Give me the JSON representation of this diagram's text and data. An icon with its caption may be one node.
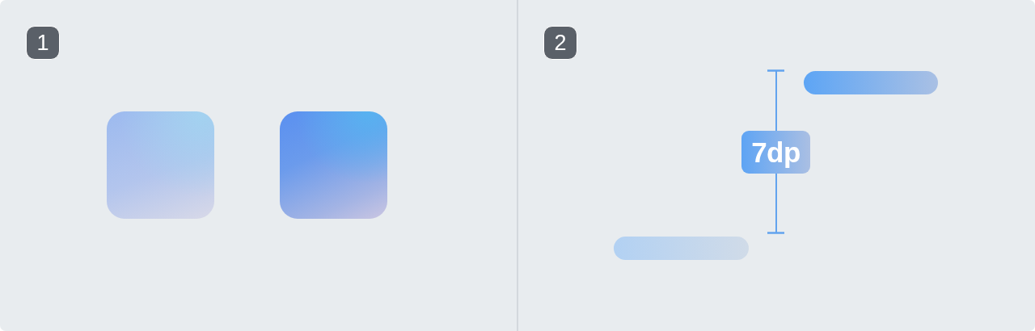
{
  "diagram": {
    "nodes": [
      {
        "text": [],
        "shape": "box"
      },
      {
        "text": [],
        "shape": "box"
      },
      {
        "text": [],
        "shape": "bar"
      },
      {
        "text": [],
        "shape": "bar"
      }
    ],
    "labels": [
      "1",
      "2",
      "7dp"
    ]
  }
}
